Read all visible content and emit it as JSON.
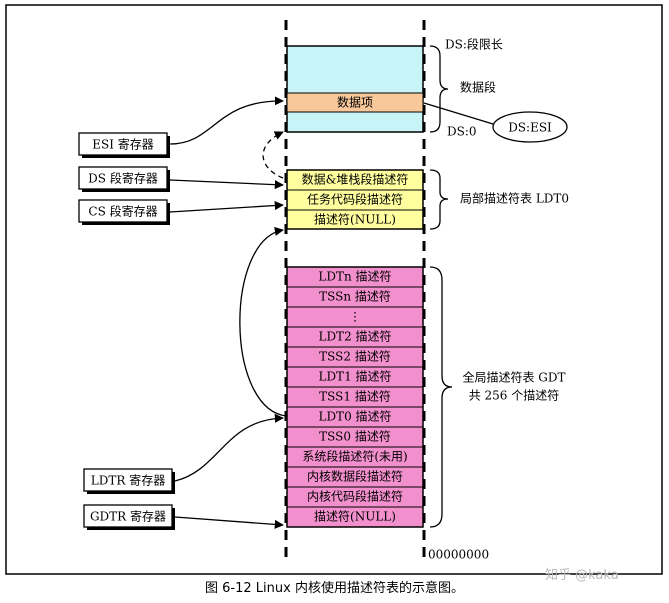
{
  "registers": {
    "esi": "ESI 寄存器",
    "ds": "DS 段寄存器",
    "cs": "CS 段寄存器",
    "ldtr": "LDTR 寄存器",
    "gdtr": "GDTR 寄存器"
  },
  "data_segment": {
    "item": "数据项",
    "limit_label": "DS:段限长",
    "base_label": "DS:0",
    "name": "数据段",
    "pointer_label": "DS:ESI"
  },
  "ldt": {
    "rows": [
      "数据&堆栈段描述符",
      "任务代码段描述符",
      "描述符(NULL)"
    ],
    "name": "局部描述符表 LDT0"
  },
  "gdt": {
    "rows": [
      "LDTn 描述符",
      "TSSn 描述符",
      "⋮",
      "LDT2 描述符",
      "TSS2 描述符",
      "LDT1 描述符",
      "TSS1 描述符",
      "LDT0 描述符",
      "TSS0 描述符",
      "系统段描述符(未用)",
      "内核数据段描述符",
      "内核代码段描述符",
      "描述符(NULL)"
    ],
    "name_line1": "全局描述符表 GDT",
    "name_line2": "共 256 个描述符",
    "base_address": "00000000"
  },
  "caption": "图 6-12 Linux 内核使用描述符表的示意图。",
  "watermark": "知乎 @kaka",
  "colors": {
    "data_segment": "#c8f4f8",
    "data_item": "#f8c89a",
    "ldt": "#ffffa0",
    "gdt": "#f28fcd",
    "register_box": "#ffffff"
  }
}
